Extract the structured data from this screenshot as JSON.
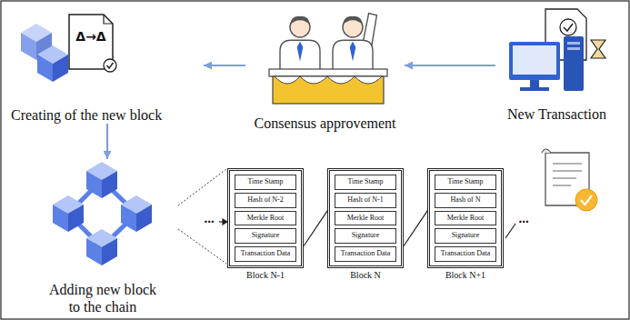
{
  "diagram": {
    "nodes": [
      {
        "text": [
          "Creating of the new block"
        ]
      },
      {
        "text": [
          "Consensus approvement"
        ]
      },
      {
        "text": [
          "New Transaction"
        ]
      },
      {
        "text": [
          "Adding new block to the chain"
        ]
      },
      {
        "text": [
          "Block N-1"
        ]
      },
      {
        "text": [
          "Time Stamp"
        ],
        "in": 4
      },
      {
        "text": [
          "Hash of N-2"
        ],
        "in": 4
      },
      {
        "text": [
          "Merkle Root"
        ],
        "in": 4
      },
      {
        "text": [
          "Signature"
        ],
        "in": 4
      },
      {
        "text": [
          "Transaction Data"
        ],
        "in": 4
      },
      {
        "text": [
          "Block N"
        ]
      },
      {
        "text": [
          "Time Stamp"
        ],
        "in": 10
      },
      {
        "text": [
          "Hash of N-1"
        ],
        "in": 10
      },
      {
        "text": [
          "Merkle Root"
        ],
        "in": 10
      },
      {
        "text": [
          "Signature"
        ],
        "in": 10
      },
      {
        "text": [
          "Transaction Data"
        ],
        "in": 10
      },
      {
        "text": [
          "Block N+1"
        ]
      },
      {
        "text": [
          "Time Stamp"
        ],
        "in": 16
      },
      {
        "text": [
          "Hash of N"
        ],
        "in": 16
      },
      {
        "text": [
          "Merkle Root"
        ],
        "in": 16
      },
      {
        "text": [
          "Signature"
        ],
        "in": 16
      },
      {
        "text": [
          "Transaction Data"
        ],
        "in": 16
      }
    ],
    "edges": [
      {
        "from": 2,
        "to": 1,
        "arrow": "to"
      },
      {
        "from": 1,
        "to": 0,
        "arrow": "to"
      },
      {
        "from": 0,
        "to": 3,
        "arrow": "to"
      },
      {
        "from": 4,
        "to": 12,
        "arrow": "to"
      },
      {
        "from": 10,
        "to": 18,
        "arrow": "to"
      }
    ],
    "labels": [
      "Δ→Δ",
      "...",
      "..."
    ]
  }
}
